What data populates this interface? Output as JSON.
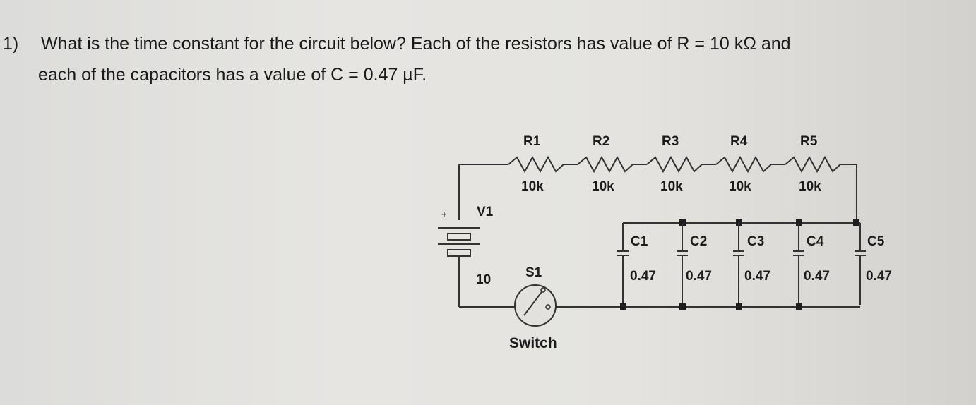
{
  "question": {
    "number": "1)",
    "line1": "What is the time constant for the circuit below? Each of the resistors has value of R = 10 kΩ and",
    "line2": "each of the capacitors has a value of C = 0.47 µF."
  },
  "circuit": {
    "source": {
      "name": "V1",
      "value": "10",
      "polarity": "+"
    },
    "switch": {
      "name": "S1",
      "label": "Switch"
    },
    "resistors": [
      {
        "name": "R1",
        "value": "10k"
      },
      {
        "name": "R2",
        "value": "10k"
      },
      {
        "name": "R3",
        "value": "10k"
      },
      {
        "name": "R4",
        "value": "10k"
      },
      {
        "name": "R5",
        "value": "10k"
      }
    ],
    "capacitors": [
      {
        "name": "C1",
        "value": "0.47"
      },
      {
        "name": "C2",
        "value": "0.47"
      },
      {
        "name": "C3",
        "value": "0.47"
      },
      {
        "name": "C4",
        "value": "0.47"
      },
      {
        "name": "C5",
        "value": "0.47"
      }
    ]
  }
}
